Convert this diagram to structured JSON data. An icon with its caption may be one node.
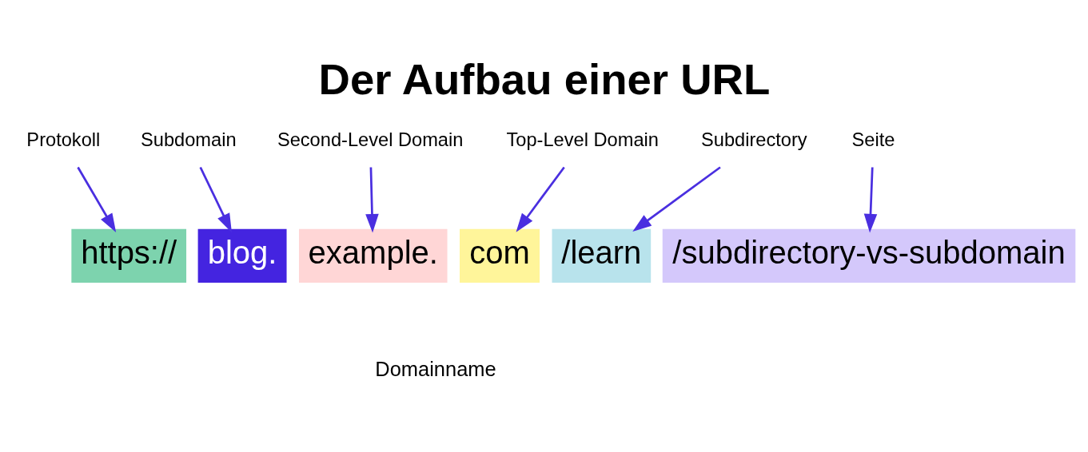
{
  "diagram": {
    "title": "Der Aufbau einer URL",
    "nodes": [
      {
        "text": [
          "Protokoll"
        ]
      },
      {
        "text": [
          "Subdomain"
        ]
      },
      {
        "text": [
          "Second-Level Domain"
        ]
      },
      {
        "text": [
          "Top-Level Domain"
        ]
      },
      {
        "text": [
          "Subdirectory"
        ]
      },
      {
        "text": [
          "Seite"
        ]
      },
      {
        "text": [
          "https://"
        ]
      },
      {
        "text": [
          "blog."
        ]
      },
      {
        "text": [
          "example."
        ]
      },
      {
        "text": [
          "com"
        ]
      },
      {
        "text": [
          "/learn"
        ]
      },
      {
        "text": [
          "/subdirectory-vs-subdomain"
        ]
      }
    ],
    "edges": [
      {
        "from": 0,
        "to": 6,
        "arrow": "to"
      },
      {
        "from": 1,
        "to": 7,
        "arrow": "to"
      },
      {
        "from": 2,
        "to": 8,
        "arrow": "to"
      },
      {
        "from": 3,
        "to": 9,
        "arrow": "to"
      },
      {
        "from": 4,
        "to": 10,
        "arrow": "to"
      },
      {
        "from": 5,
        "to": 11,
        "arrow": "to"
      }
    ],
    "labels": [
      "Domainname"
    ]
  }
}
